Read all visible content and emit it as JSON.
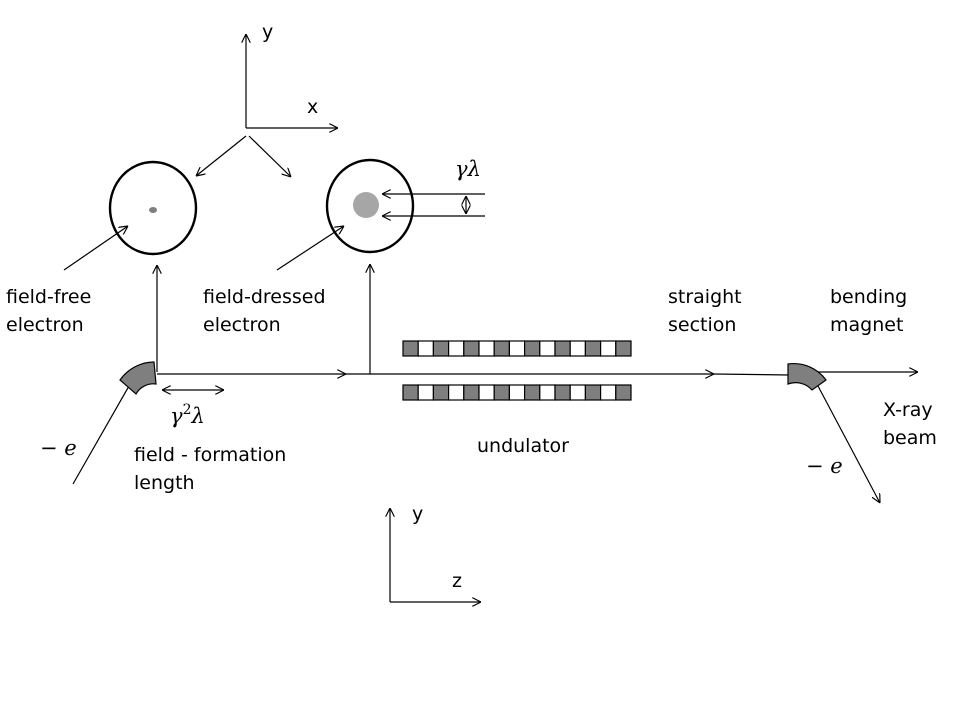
{
  "axes_top": {
    "y": "y",
    "x": "x"
  },
  "axes_bottom": {
    "y": "y",
    "z": "z"
  },
  "labels": {
    "field_free": "field-free\nelectron",
    "field_dressed": "field-dressed\nelectron",
    "straight_section": "straight\nsection",
    "bending_magnet": "bending\nmagnet",
    "xray_beam": "X-ray\nbeam",
    "formation_length": "field - formation\nlength",
    "undulator": "undulator"
  },
  "math": {
    "charge_left": "− e",
    "charge_right": "− e",
    "gamma": "γ",
    "gamma_sq_sup": "2",
    "lambda": "λ"
  },
  "colors": {
    "magnet": "#7f7f7f",
    "dot": "#a6a6a6",
    "line": "#000000"
  }
}
